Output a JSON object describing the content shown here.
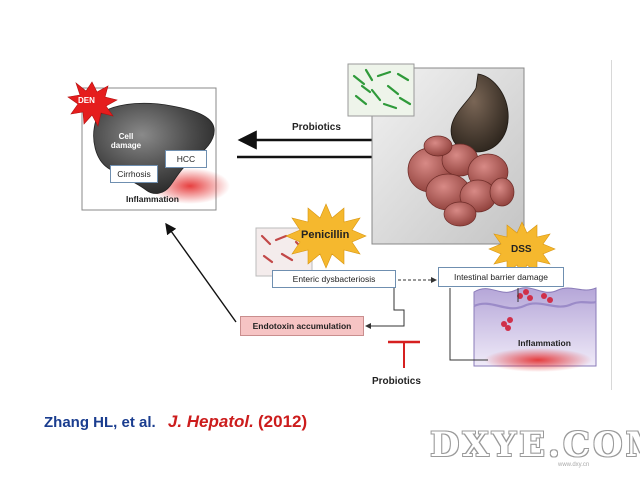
{
  "liver_panel": {
    "den": "DEN",
    "cell_damage": "Cell\ndamage",
    "hcc": "HCC",
    "cirrhosis": "Cirrhosis",
    "inflammation": "Inflammation"
  },
  "gut_axis": {
    "probiotics_top": "Probiotics",
    "penicillin": "Penicillin",
    "dss": "DSS",
    "enteric_dysbacteriosis": "Enteric dysbacteriosis",
    "intestinal_barrier_damage": "Intestinal barrier damage",
    "endotoxin_accumulation": "Endotoxin accumulation",
    "inflammation_gut": "Inflammation",
    "probiotics_bottom": "Probiotics"
  },
  "citation": {
    "authors": "Zhang HL, et al.",
    "journal": "J. Hepatol.",
    "year": "(2012)"
  },
  "watermark": {
    "logo": "DXYE.COM",
    "sub": "www.dxy.cn"
  },
  "colors": {
    "den_star": "#e51d1d",
    "penicillin_star": "#f5b82e",
    "dss_star": "#f5b82e",
    "endotoxin_fill": "#f6c4c4",
    "citation_blue": "#1a3d8f",
    "citation_red": "#cc1c1c",
    "probiotics_inhibit": "#d62020"
  },
  "icons": [
    "den-burst-icon",
    "penicillin-burst-icon",
    "dss-burst-icon",
    "liver-illustration",
    "gut-illustration",
    "bacteria-illustration",
    "mucosa-illustration"
  ]
}
